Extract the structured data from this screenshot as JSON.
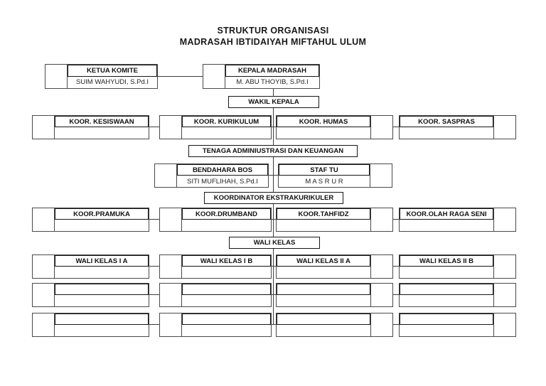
{
  "page_title": {
    "line1": "STRUKTUR ORGANISASI",
    "line2": "MADRASAH IBTIDAIYAH MIFTAHUL ULUM"
  },
  "org": {
    "ketua_komite": {
      "title": "KETUA KOMITE",
      "name": "SUIM WAHYUDI, S.Pd.I"
    },
    "kepala_madrasah": {
      "title": "KEPALA MADRASAH",
      "name": "M. ABU THOYIB, S.Pd.I"
    },
    "wakil_kepala": {
      "title": "WAKIL KEPALA"
    },
    "koordinator": [
      {
        "title": "KOOR. KESISWAAN",
        "name": ""
      },
      {
        "title": "KOOR. KURIKULUM",
        "name": ""
      },
      {
        "title": "KOOR. HUMAS",
        "name": ""
      },
      {
        "title": "KOOR. SASPRAS",
        "name": ""
      }
    ],
    "tenaga_admin": {
      "title": "TENAGA ADMINIUSTRASI DAN KEUANGAN"
    },
    "bendahara_bos": {
      "title": "BENDAHARA BOS",
      "name": "SITI MUFLIHAH, S.Pd.I"
    },
    "staf_tu": {
      "title": "STAF TU",
      "name": "M A S R U R"
    },
    "koordinator_ekstrakurikuler": {
      "title": "KOORDINATOR EKSTRAKURIKULER"
    },
    "ekstrakurikuler": [
      {
        "title": "KOOR.PRAMUKA",
        "name": ""
      },
      {
        "title": "KOOR.DRUMBAND",
        "name": ""
      },
      {
        "title": "KOOR.TAHFIDZ",
        "name": ""
      },
      {
        "title": "KOOR.OLAH RAGA SENI",
        "name": ""
      }
    ],
    "wali_kelas_header": {
      "title": "WALI KELAS"
    },
    "wali_kelas": [
      {
        "title": "WALI KELAS I A",
        "name": ""
      },
      {
        "title": "WALI KELAS I B",
        "name": ""
      },
      {
        "title": "WALI KELAS II A",
        "name": ""
      },
      {
        "title": "WALI KELAS II B",
        "name": ""
      }
    ],
    "empty_row_1": [
      {
        "title": "",
        "name": ""
      },
      {
        "title": "",
        "name": ""
      },
      {
        "title": "",
        "name": ""
      },
      {
        "title": "",
        "name": ""
      }
    ],
    "empty_row_2": [
      {
        "title": "",
        "name": ""
      },
      {
        "title": "",
        "name": ""
      },
      {
        "title": "",
        "name": ""
      },
      {
        "title": "",
        "name": ""
      }
    ]
  },
  "colors": {
    "page_background": "#ffffff",
    "box_border": "#4a4a4a",
    "title_box_border": "#161616",
    "connector_line": "#3d3d3d",
    "text": "#1a1a1a"
  }
}
